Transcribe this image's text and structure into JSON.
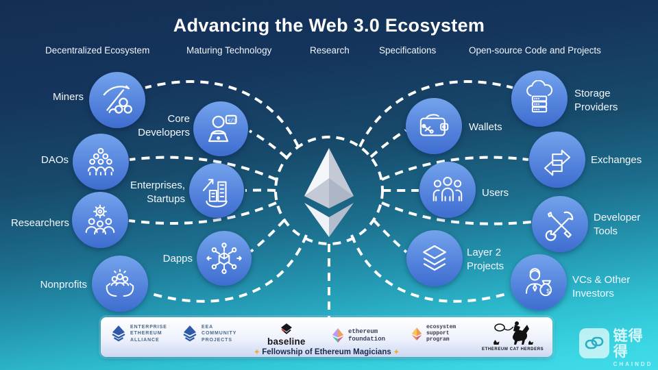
{
  "title": "Advancing the Web 3.0 Ecosystem",
  "pillars": [
    "Decentralized Ecosystem",
    "Maturing Technology",
    "Research",
    "Specifications",
    "Open-source Code and Projects"
  ],
  "center": {
    "name": "Ethereum"
  },
  "nodes": [
    {
      "id": "miners",
      "label": "Miners",
      "icon": "pickaxe-icon"
    },
    {
      "id": "core-developers",
      "label": "Core\nDevelopers",
      "icon": "developer-laptop-icon"
    },
    {
      "id": "daos",
      "label": "DAOs",
      "icon": "people-pyramid-icon"
    },
    {
      "id": "enterprises",
      "label": "Enterprises,\nStartups",
      "icon": "buildings-growth-icon"
    },
    {
      "id": "researchers",
      "label": "Researchers",
      "icon": "gear-people-icon"
    },
    {
      "id": "dapps",
      "label": "Dapps",
      "icon": "network-cube-icon"
    },
    {
      "id": "nonprofits",
      "label": "Nonprofits",
      "icon": "hands-people-icon"
    },
    {
      "id": "storage-providers",
      "label": "Storage\nProviders",
      "icon": "cloud-server-icon"
    },
    {
      "id": "wallets",
      "label": "Wallets",
      "icon": "wallet-icon"
    },
    {
      "id": "exchanges",
      "label": "Exchanges",
      "icon": "swap-arrows-icon"
    },
    {
      "id": "users",
      "label": "Users",
      "icon": "users-group-icon"
    },
    {
      "id": "developer-tools",
      "label": "Developer\nTools",
      "icon": "tools-icon"
    },
    {
      "id": "layer2",
      "label": "Layer 2\nProjects",
      "icon": "layers-icon"
    },
    {
      "id": "vcs",
      "label": "VCs & Other\nInvestors",
      "icon": "investor-moneybag-icon"
    }
  ],
  "footer": {
    "orgs": [
      {
        "name": "Enterprise Ethereum Alliance",
        "lines": "ENTERPRISE\nETHEREUM\nALLIANCE"
      },
      {
        "name": "EEA Community Projects",
        "lines": "EEA\nCOMMUNITY\nPROJECTS"
      },
      {
        "name": "Baseline",
        "wordmark": "baseline"
      },
      {
        "name": "Ethereum Foundation",
        "lines": "ethereum\nfoundation"
      },
      {
        "name": "Ecosystem Support Program",
        "lines": "ecosystem\nsupport\nprogram"
      },
      {
        "name": "Ethereum Cat Herders",
        "caption": "ETHEREUM CAT HERDERS"
      }
    ],
    "fellowship": "Fellowship of Ethereum Magicians",
    "sparkle": "✦"
  },
  "watermark": {
    "cjk": "链得得",
    "latin": "CHAINDD"
  },
  "colors": {
    "bg_top": "#132e54",
    "bg_bottom": "#3bd6e3",
    "node_blue": "#5584dd",
    "dash": "#ffffff",
    "eea_blue": "#2e59a8",
    "bar_bg": "#ffffff",
    "spark_orange": "#f0a832"
  }
}
